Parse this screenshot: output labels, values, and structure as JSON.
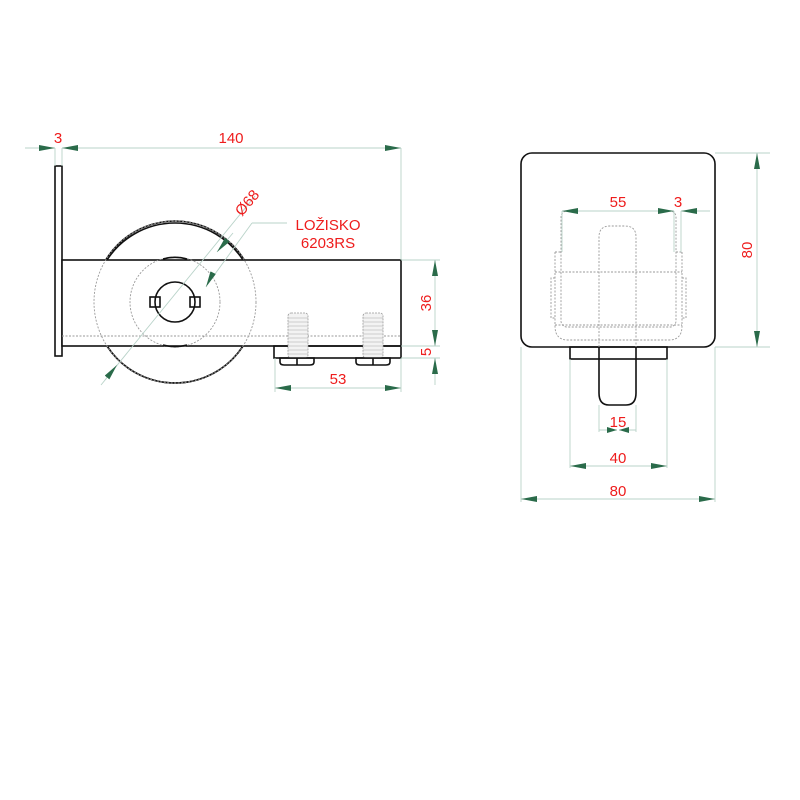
{
  "colors": {
    "dimension_text": "#ee1c1c",
    "dimension_line": "#b9d3c9",
    "arrow": "#2a6b4a",
    "object_line": "#111111",
    "hidden_line": "#9a9a9a"
  },
  "side_view": {
    "dims": {
      "plate_thickness": "3",
      "overall_length": "140",
      "wheel_diameter": "Ø68",
      "bracket_height": "36",
      "base_thickness": "5",
      "bolt_spacing": "53"
    },
    "callout": {
      "line1": "LOŽISKO",
      "line2": "6203RS"
    }
  },
  "front_view": {
    "dims": {
      "inner_width": "55",
      "wall_thickness": "3",
      "overall_height": "80",
      "stem_width": "15",
      "base_width": "40",
      "overall_width": "80"
    }
  }
}
